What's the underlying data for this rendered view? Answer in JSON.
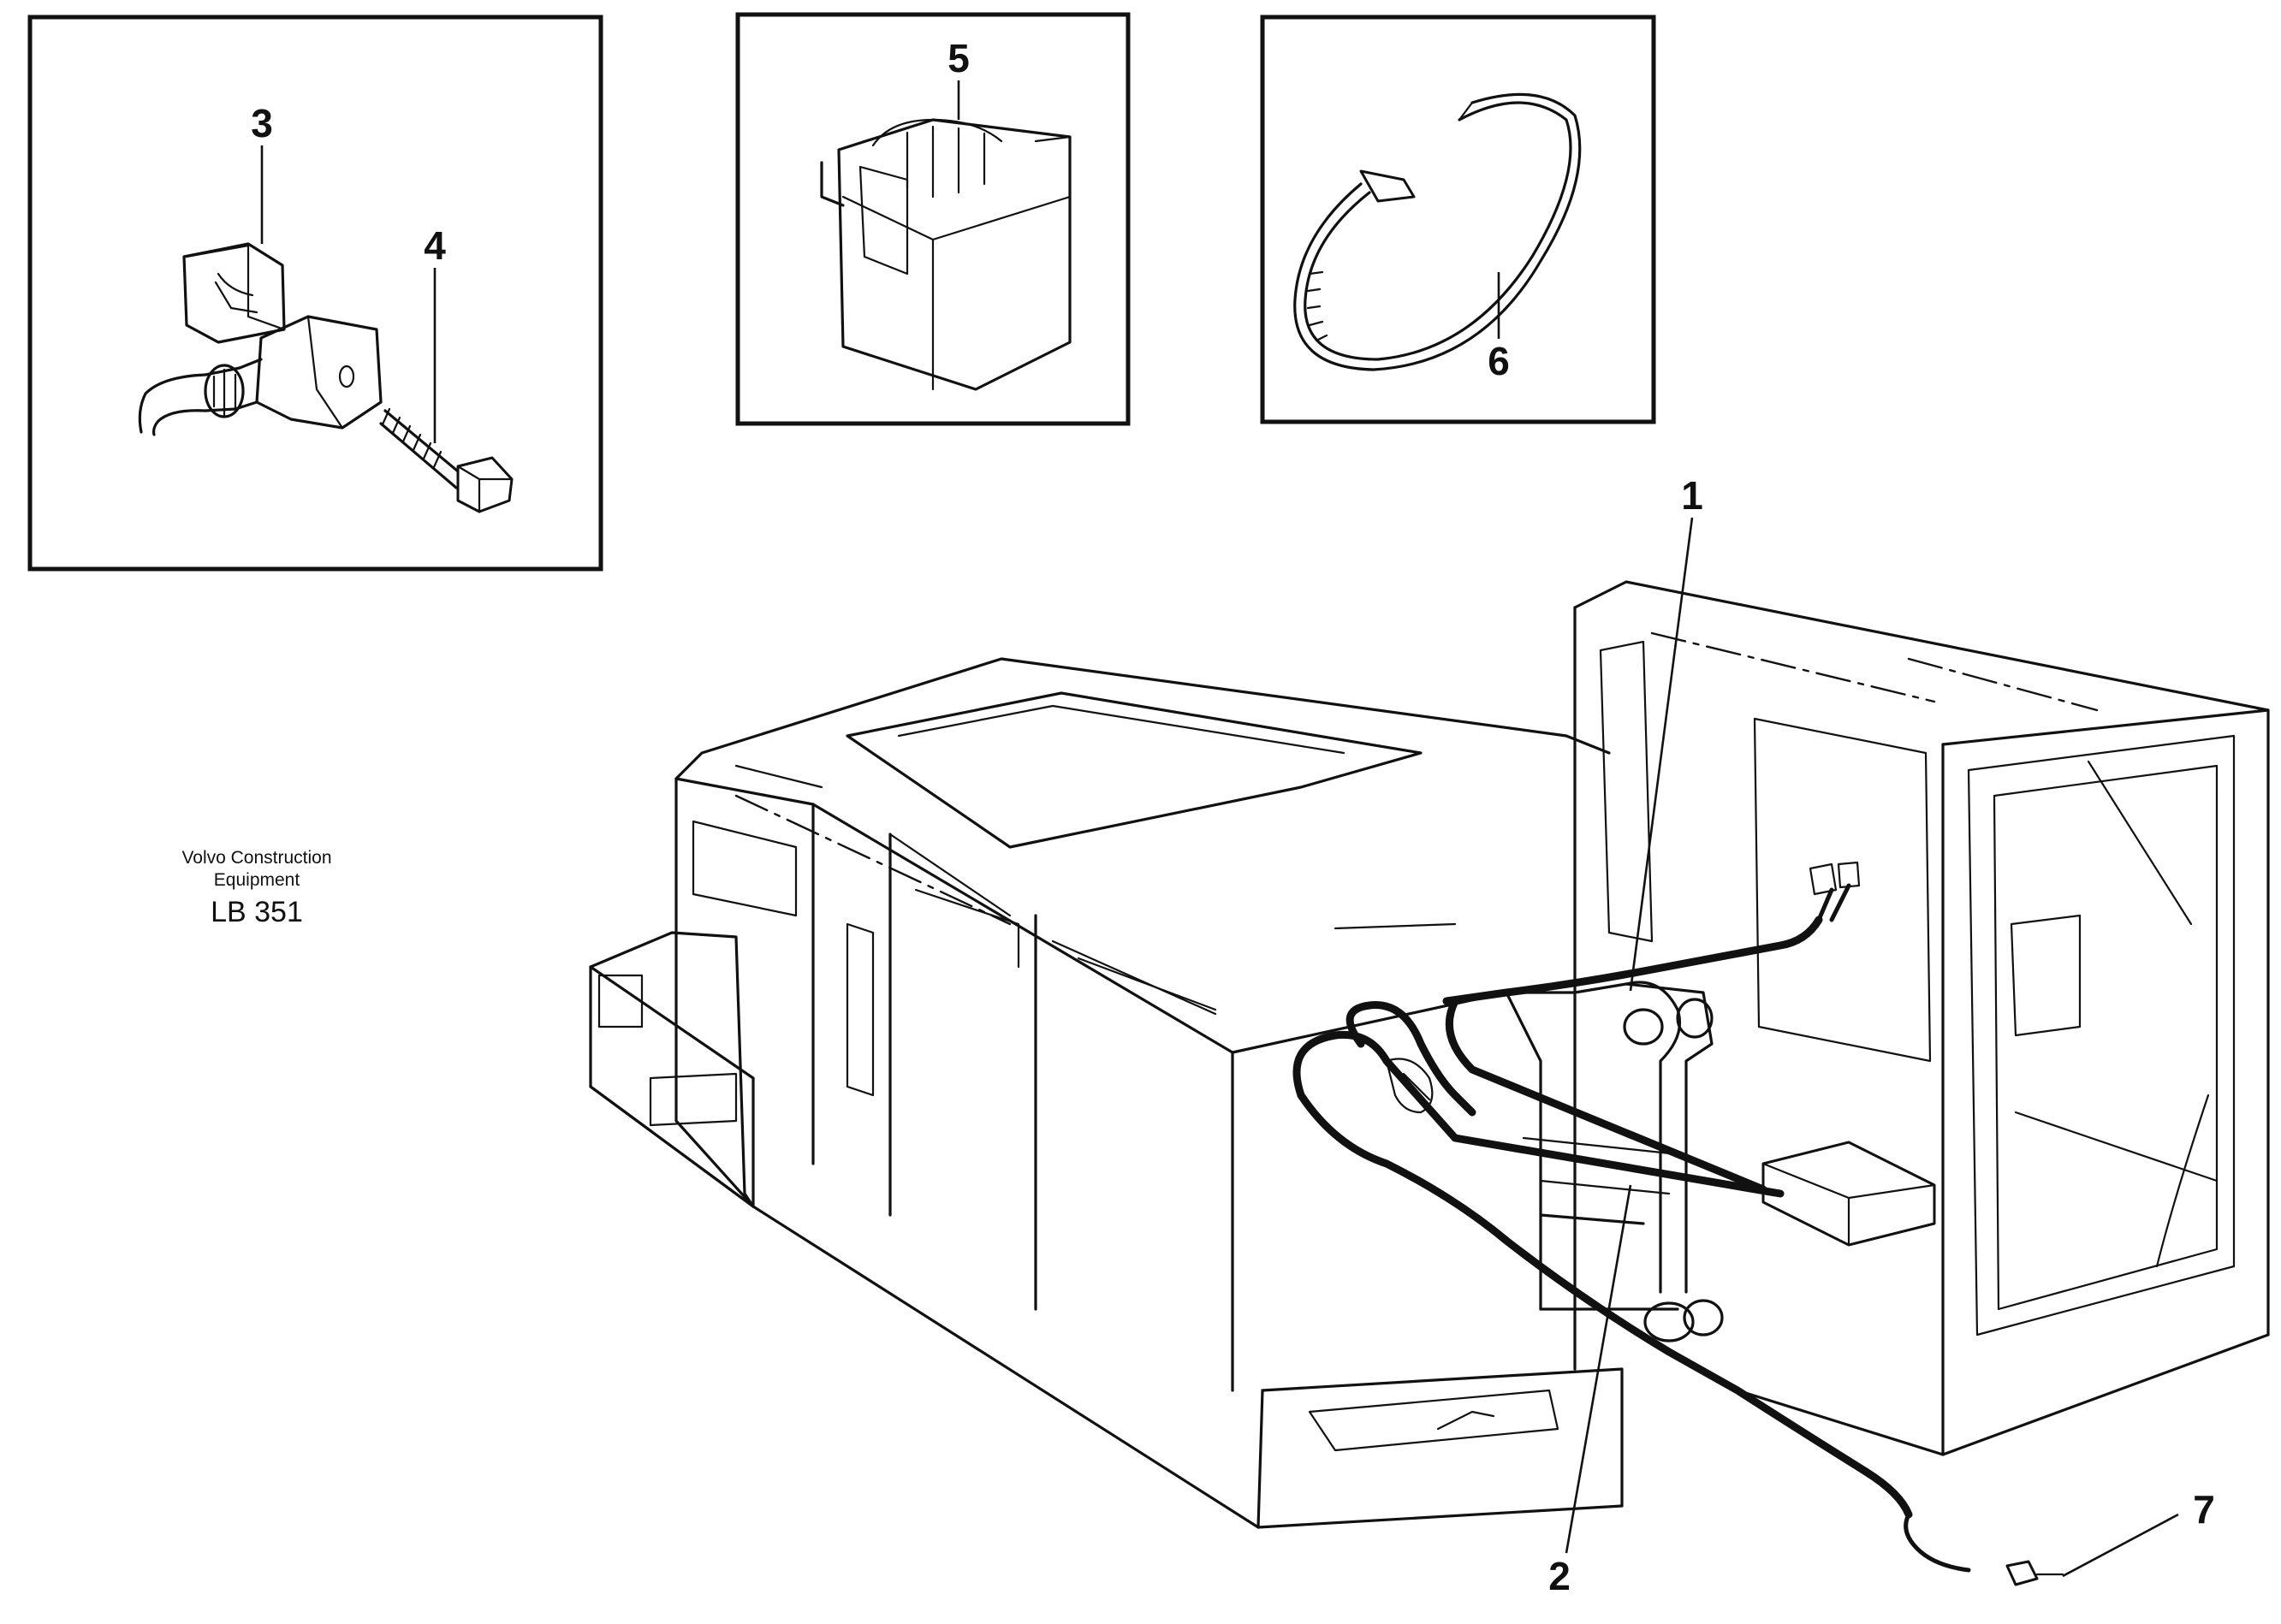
{
  "diagram": {
    "callouts": {
      "c1": "1",
      "c2": "2",
      "c3": "3",
      "c4": "4",
      "c5": "5",
      "c6": "6",
      "c7": "7"
    },
    "caption": {
      "line1": "Volvo Construction",
      "line2": "Equipment",
      "code": "LB 351"
    }
  }
}
